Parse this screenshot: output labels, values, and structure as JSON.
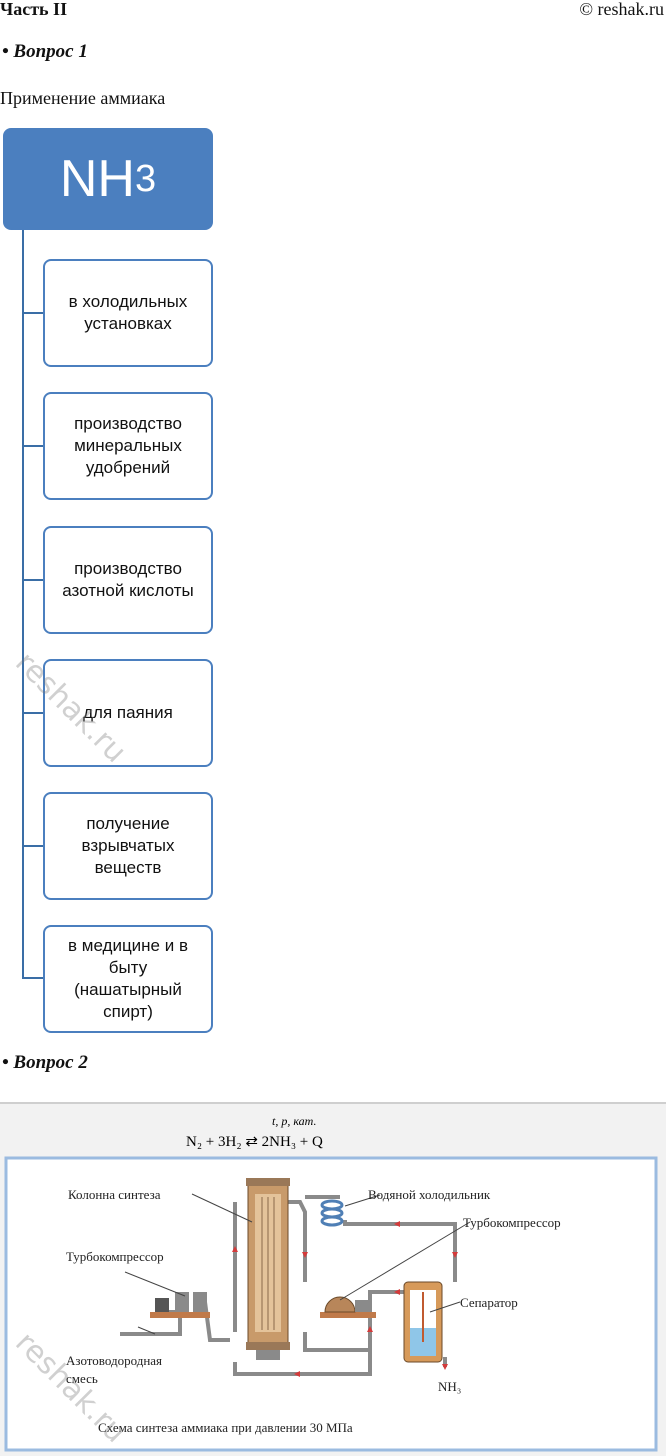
{
  "header": {
    "part": "Часть II",
    "copyright": "© reshak.ru"
  },
  "question1": {
    "title": "• Вопрос 1",
    "subtitle": "Применение аммиака"
  },
  "diagram": {
    "root": {
      "main": "NH",
      "sub": "3"
    },
    "items": [
      "в холодильных установках",
      "производство минеральных удобрений",
      "производство азотной кислоты",
      "для паяния",
      "получение взрывчатых веществ",
      "в медицине  и в быту (нашатырный спирт)"
    ]
  },
  "question2": {
    "title": "• Вопрос 2"
  },
  "scheme": {
    "equation": "N₂ + 3H₂  ⇄  2NH₃ + Q",
    "conditions": "t, p, кат.",
    "labels": {
      "column": "Колонна синтеза",
      "cooler": "Водяной холодильник",
      "turbo_left": "Турбокомпрессор",
      "turbo_right": "Турбокомпрессор",
      "separator": "Сепаратор",
      "mix_line1": "Азотоводородная",
      "mix_line2": "смесь",
      "nh3": "NH₃"
    },
    "caption": "Схема синтеза аммиака при давлении 30 МПа"
  },
  "watermark": "reshak.ru",
  "colors": {
    "root_fill": "#4b7fbf",
    "box_border": "#4b7fbf",
    "connector": "#3a6ea6",
    "frame": "#9bbbe0"
  }
}
